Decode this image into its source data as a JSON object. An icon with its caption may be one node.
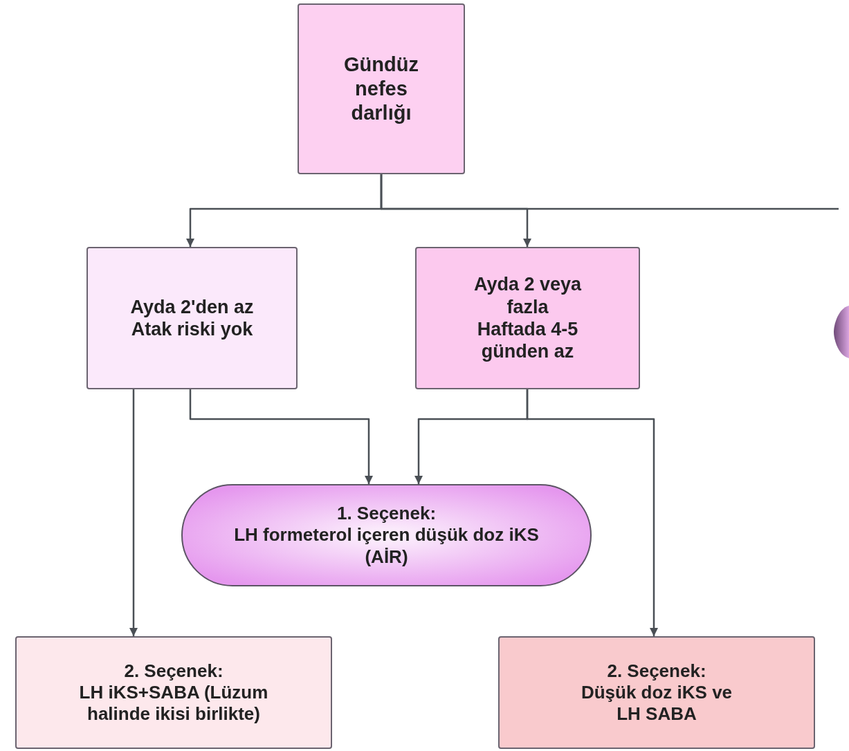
{
  "diagram": {
    "nodes": [
      {
        "text": [
          "Gündüz nefes darlığı"
        ]
      },
      {
        "text": [
          "Ayda 2'den az",
          "Atak riski yok"
        ]
      },
      {
        "text": [
          "Ayda 2 veya fazla",
          "Haftada 4-5 günden az"
        ]
      },
      {
        "text": [
          "1. Seçenek:",
          "LH formeterol içeren düşük doz iKS (AİR)"
        ]
      },
      {
        "text": [
          "2. Seçenek:",
          "LH iKS+SABA (Lüzum halinde ikisi birlikte)"
        ]
      },
      {
        "text": [
          "2. Seçenek:",
          "Düşük doz iKS ve LH SABA"
        ]
      },
      {
        "text": [],
        "shape": "circle"
      }
    ],
    "edges": [
      {
        "from": 0,
        "to": 1,
        "arrow": "to"
      },
      {
        "from": 0,
        "to": 2,
        "arrow": "to"
      },
      {
        "from": 0,
        "to": null,
        "arrow": "none"
      },
      {
        "from": 1,
        "to": 3,
        "arrow": "to"
      },
      {
        "from": 1,
        "to": 4,
        "arrow": "to"
      },
      {
        "from": 2,
        "to": 3,
        "arrow": "to"
      },
      {
        "from": 2,
        "to": 5,
        "arrow": "to"
      }
    ]
  }
}
